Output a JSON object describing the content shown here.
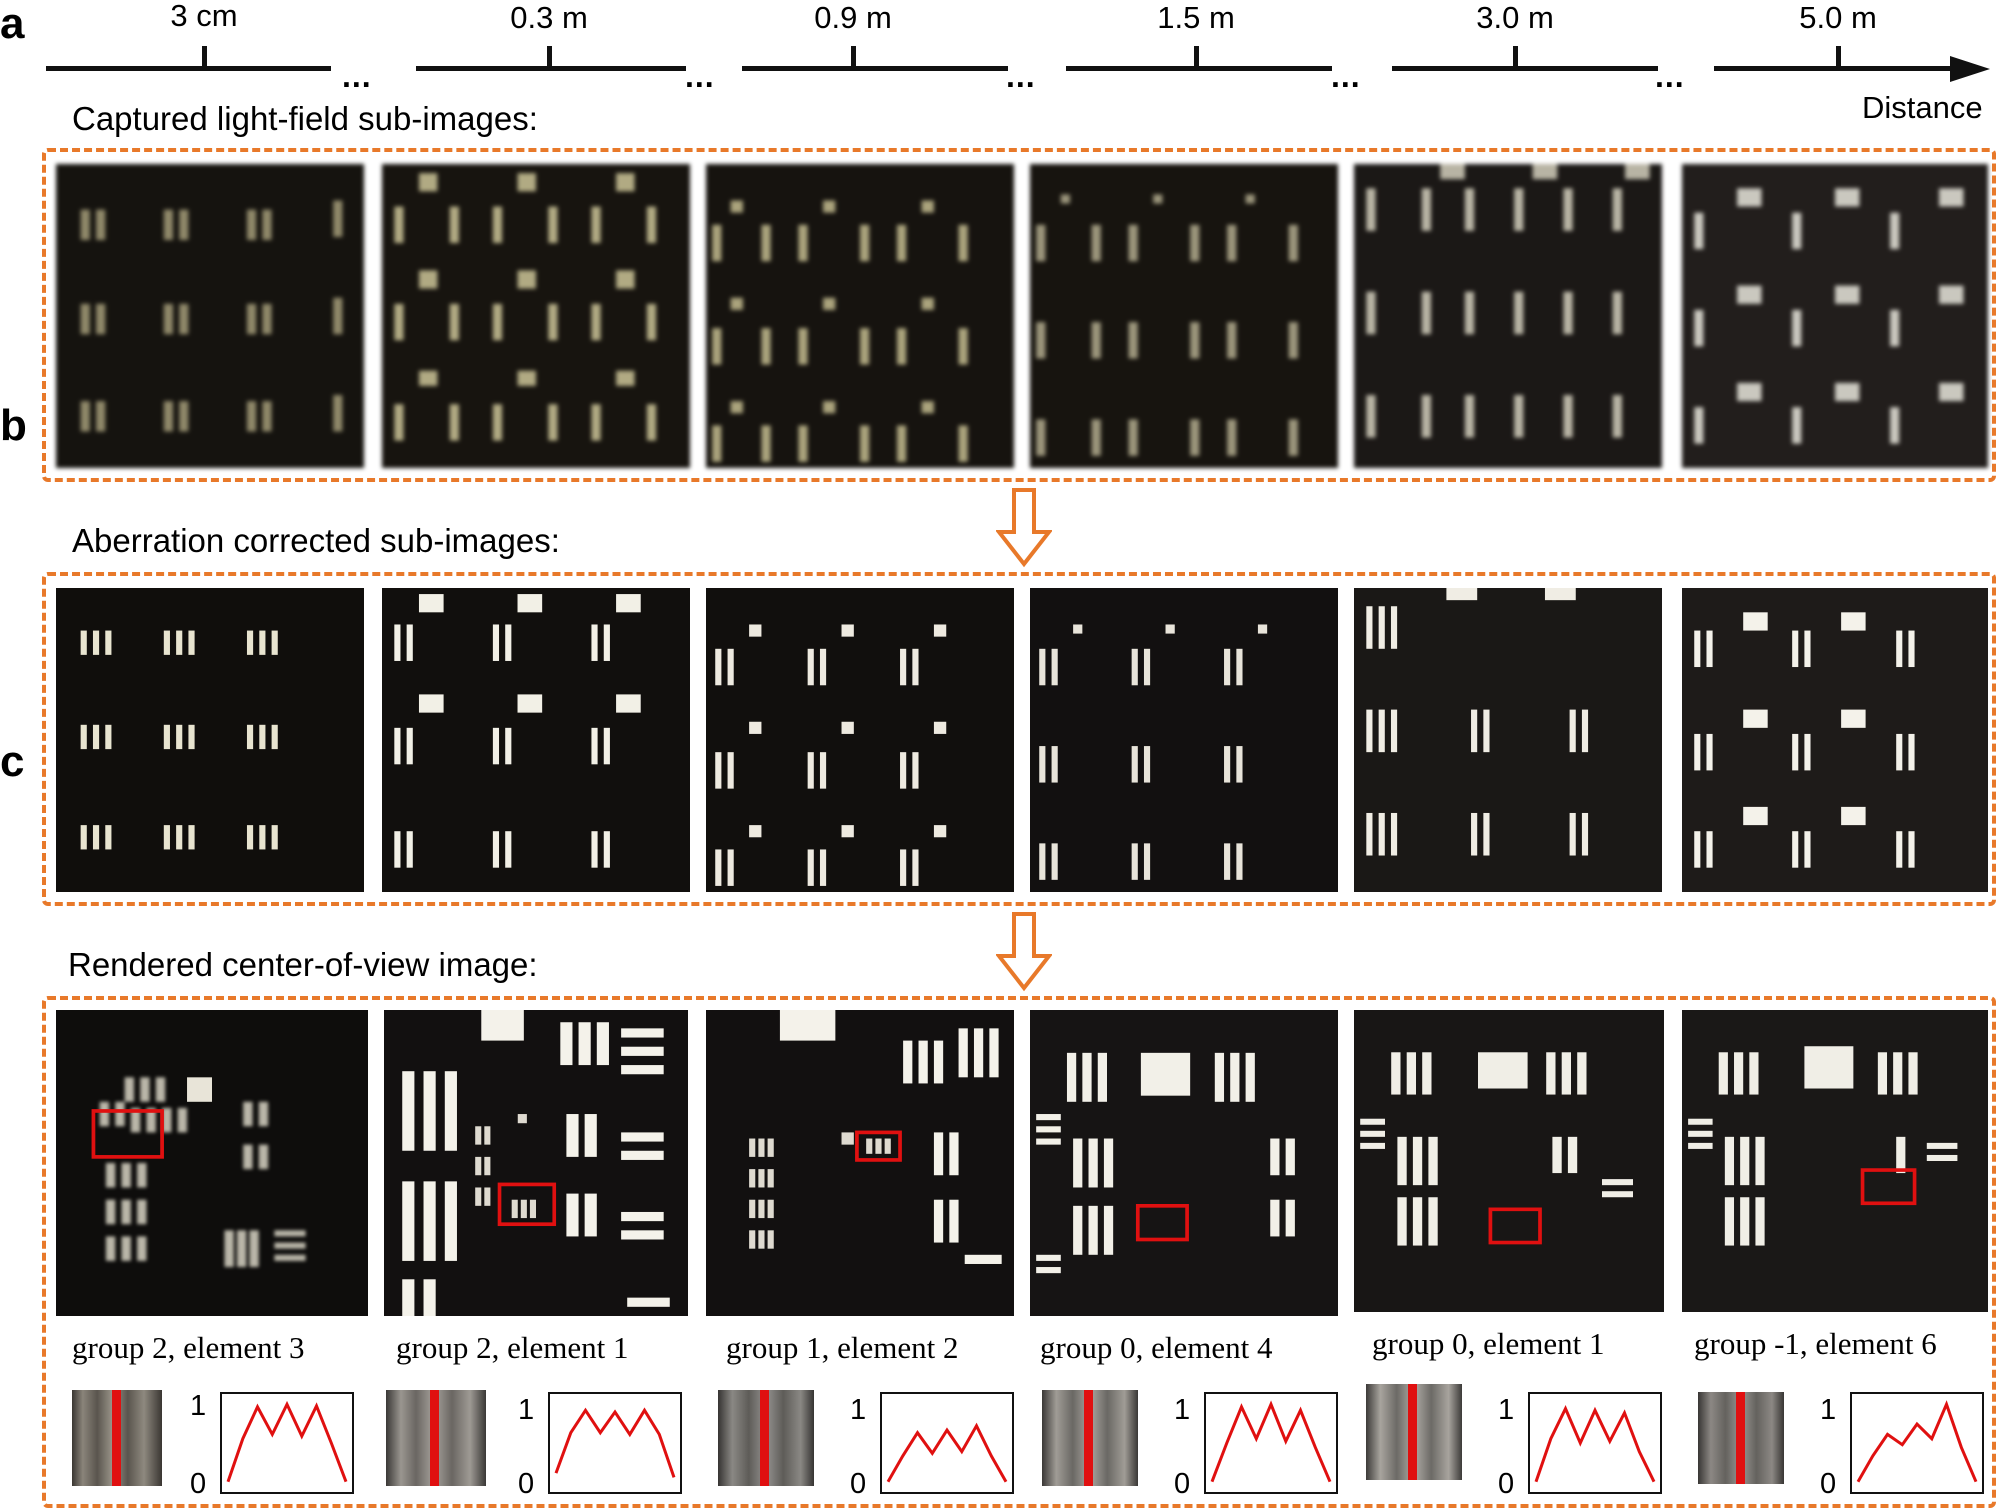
{
  "panels": {
    "a": {
      "letter": "a",
      "title": "Captured light-field sub-images:"
    },
    "b": {
      "letter": "b",
      "title": "Aberration corrected sub-images:"
    },
    "c": {
      "letter": "c",
      "title": "Rendered center-of-view image:"
    }
  },
  "distance_axis": {
    "labels": [
      "3 cm",
      "0.3 m",
      "0.9 m",
      "1.5 m",
      "3.0 m",
      "5.0 m"
    ],
    "ellipsis": "...",
    "axis_title": "Distance"
  },
  "rendered_captions": [
    "group 2, element 3",
    "group 2, element 1",
    "group 1, element 2",
    "group 0, element 4",
    "group 0, element 1",
    "group -1, element 6"
  ],
  "profile_axis": {
    "y_max_label": "1",
    "y_min_label": "0"
  },
  "colors": {
    "dashed_border": "#e8792a",
    "profile_line": "#e01010",
    "highlight_box": "#e01010",
    "tile_background": "#181412"
  },
  "chart_data": {
    "type": "line",
    "title": "",
    "ylim": [
      0,
      1
    ],
    "series": [
      {
        "values": [
          0.05,
          0.55,
          0.92,
          0.6,
          0.95,
          0.58,
          0.93,
          0.5,
          0.05
        ]
      },
      {
        "values": [
          0.15,
          0.62,
          0.88,
          0.62,
          0.86,
          0.6,
          0.88,
          0.6,
          0.1
        ]
      },
      {
        "values": [
          0.05,
          0.35,
          0.62,
          0.38,
          0.65,
          0.4,
          0.7,
          0.35,
          0.05
        ]
      },
      {
        "values": [
          0.05,
          0.5,
          0.92,
          0.55,
          0.95,
          0.52,
          0.88,
          0.45,
          0.05
        ]
      },
      {
        "values": [
          0.05,
          0.55,
          0.9,
          0.5,
          0.88,
          0.52,
          0.85,
          0.4,
          0.05
        ]
      },
      {
        "values": [
          0.05,
          0.35,
          0.6,
          0.48,
          0.72,
          0.55,
          0.95,
          0.45,
          0.05
        ]
      }
    ]
  }
}
